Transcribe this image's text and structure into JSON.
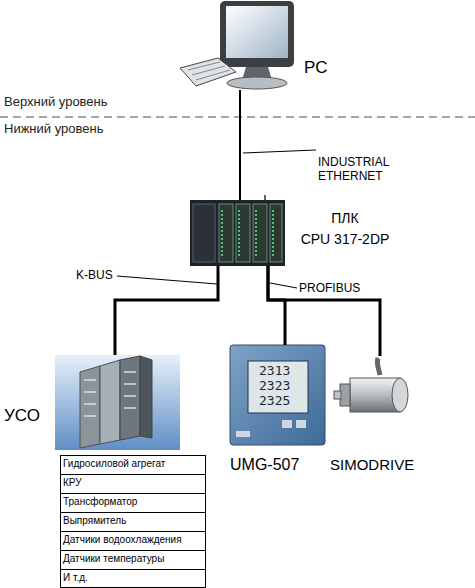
{
  "diagram": {
    "nodes": [
      {
        "text": [
          "PC"
        ]
      },
      {
        "text": [
          "ПЛК",
          "CPU 317-2DP"
        ]
      },
      {
        "text": [
          "УСО"
        ]
      },
      {
        "text": [
          "UMG-507"
        ]
      },
      {
        "text": [
          "SIMODRIVE"
        ]
      }
    ],
    "edges": [
      {
        "from": 0,
        "to": 1,
        "arrow": "none",
        "label": "INDUSTRIAL ETHERNET"
      },
      {
        "from": 1,
        "to": 2,
        "arrow": "none",
        "label": "K-BUS"
      },
      {
        "from": 1,
        "to": 3,
        "arrow": "none",
        "label": "PROFIBUS"
      },
      {
        "from": 1,
        "to": 4,
        "arrow": "none"
      }
    ],
    "labels": [
      "Верхний уровень",
      "Нижний уровень",
      "2313",
      "2323",
      "2325",
      "Гидросиловой агрегат",
      "КРУ",
      "Трансформатор",
      "Выпрямитель",
      "Датчики водоохлаждения",
      "Датчики температуры",
      "И т.д."
    ]
  }
}
